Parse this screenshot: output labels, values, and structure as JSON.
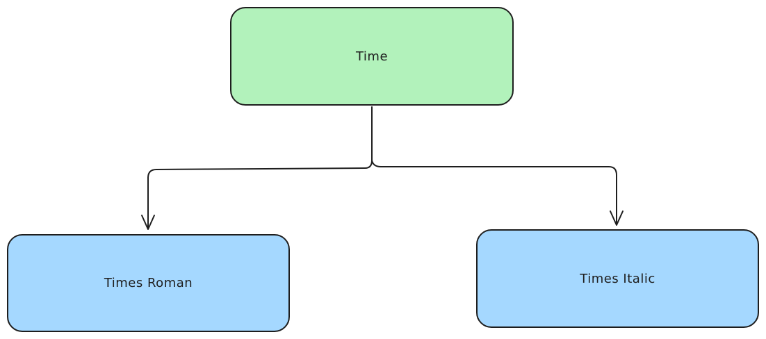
{
  "diagram": {
    "type": "tree",
    "root": {
      "label": "Time"
    },
    "children": [
      {
        "label": "Times Roman"
      },
      {
        "label": "Times Italic"
      }
    ]
  },
  "colors": {
    "root_fill": "#b2f2bb",
    "child_fill": "#a5d8ff",
    "stroke": "#1e1e1e",
    "background": "#ffffff"
  }
}
